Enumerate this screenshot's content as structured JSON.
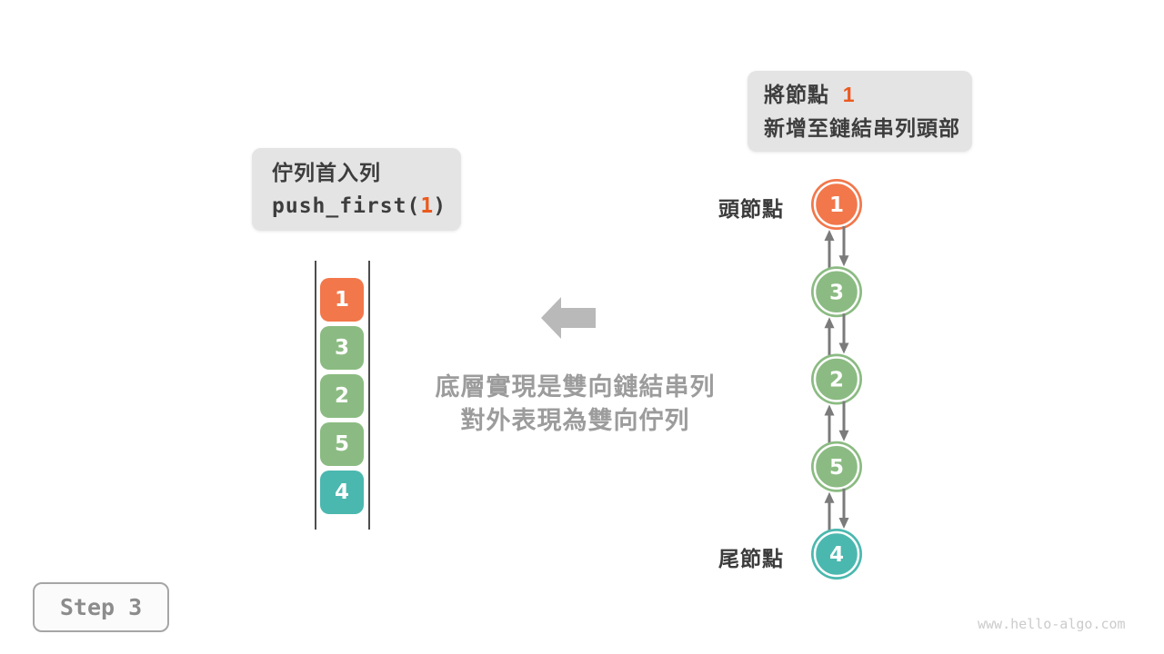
{
  "colors": {
    "orange": "#F2774B",
    "green": "#8BBB82",
    "teal": "#4BB8AF",
    "accent_orange": "#EB5A1E",
    "node_arrow_gray": "#7B7B7B",
    "big_arrow_gray": "#B9B9B9",
    "box_gray": "#E4E4E4",
    "note_gray": "#9C9C9C"
  },
  "annotation_top": {
    "line1_prefix": "將節點",
    "line1_value": "1",
    "line2": "新增至鏈結串列頭部"
  },
  "operation_box": {
    "title": "佇列首入列",
    "code_prefix": "push_first(",
    "code_arg": "1",
    "code_suffix": ")"
  },
  "stack": {
    "items": [
      {
        "value": "1",
        "color": "orange"
      },
      {
        "value": "3",
        "color": "green"
      },
      {
        "value": "2",
        "color": "green"
      },
      {
        "value": "5",
        "color": "green"
      },
      {
        "value": "4",
        "color": "teal"
      }
    ]
  },
  "note": {
    "line1": "底層實現是雙向鏈結串列",
    "line2": "對外表現為雙向佇列"
  },
  "linked_list": {
    "head_label": "頭節點",
    "tail_label": "尾節點",
    "nodes": [
      {
        "value": "1",
        "color": "orange"
      },
      {
        "value": "3",
        "color": "green"
      },
      {
        "value": "2",
        "color": "green"
      },
      {
        "value": "5",
        "color": "green"
      },
      {
        "value": "4",
        "color": "teal"
      }
    ]
  },
  "step_badge": {
    "label": "Step 3"
  },
  "watermark": {
    "text": "www.hello-algo.com"
  }
}
